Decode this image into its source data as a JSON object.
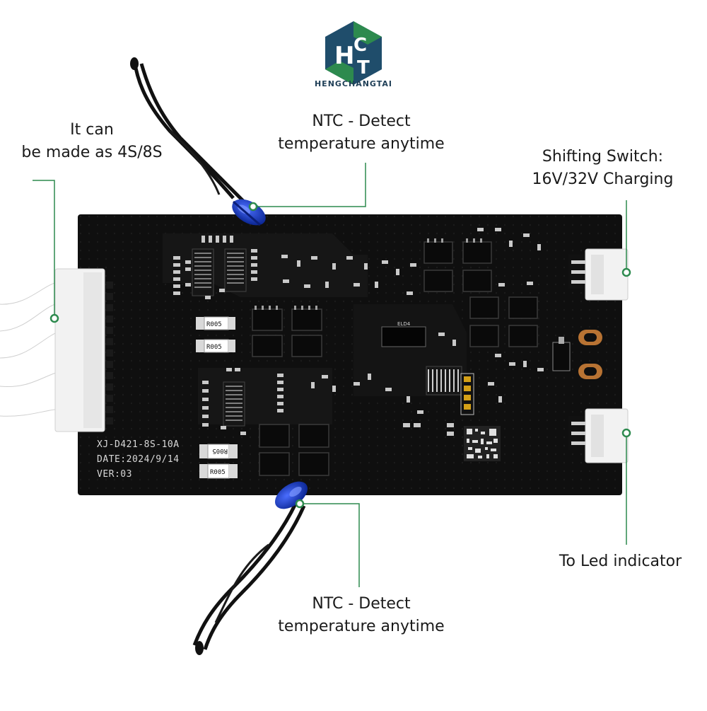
{
  "brand": {
    "name": "HENGCHANGTAI",
    "logo_letters": "HCT",
    "colors": {
      "dark": "#1f4d6b",
      "green": "#2d8a4e"
    }
  },
  "callouts": {
    "cells": {
      "line1": "It can",
      "line2": "be made as 4S/8S"
    },
    "ntc_top": {
      "line1": "NTC - Detect",
      "line2": "temperature anytime"
    },
    "switch": {
      "line1": "Shifting Switch:",
      "line2": "16V/32V Charging"
    },
    "ntc_bottom": {
      "line1": "NTC - Detect",
      "line2": "temperature anytime"
    },
    "led": {
      "line1": "To Led indicator"
    }
  },
  "board": {
    "model": "XJ-D421-8S-10A",
    "date": "DATE:2024/9/14",
    "version": "VER:03",
    "resistor_label": "R005",
    "chip_label": "ELD4"
  },
  "colors": {
    "pcb": "#0f0f0f",
    "connector": "#f2f2f2",
    "wire": "#ffffff",
    "leader": "#2d8a4e",
    "ntc_body": "#1537b8",
    "ntc_wire": "#111111"
  }
}
